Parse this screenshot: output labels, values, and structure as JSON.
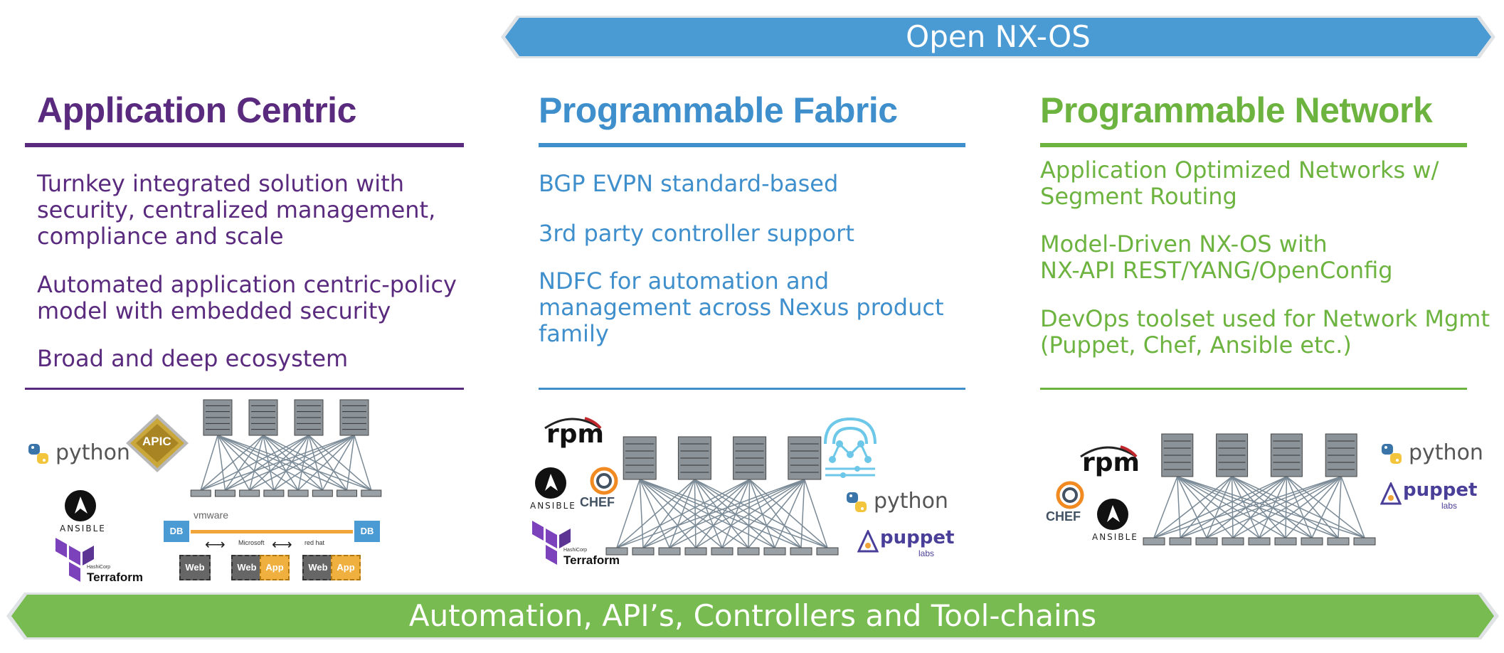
{
  "banners": {
    "top": "Open NX-OS",
    "bottom": "Automation, API’s, Controllers and Tool-chains"
  },
  "columns": [
    {
      "title": "Application Centric",
      "color": "#5a2a7e",
      "bullets": [
        "Turnkey integrated solution with\nsecurity, centralized management,\ncompliance and scale",
        "Automated application centric-policy\nmodel with embedded security",
        "Broad and deep ecosystem"
      ]
    },
    {
      "title": "Programmable Fabric",
      "color": "#3f8fcc",
      "bullets": [
        "BGP EVPN standard-based",
        "3rd party controller support",
        "NDFC for automation and\nmanagement across Nexus product\nfamily"
      ]
    },
    {
      "title": "Programmable Network",
      "color": "#6db33f",
      "bullets": [
        "Application Optimized Networks w/\nSegment Routing",
        "Model-Driven NX-OS with\nNX-API REST/YANG/OpenConfig",
        "DevOps toolset used for Network Mgmt\n(Puppet, Chef, Ansible etc.)"
      ]
    }
  ],
  "logos": {
    "python": "python",
    "ansible": "ANSIBLE",
    "terraform": "Terraform",
    "hashicorp": "HashiCorp",
    "apic": "APIC",
    "rpm": "rpm",
    "chef": "CHEF",
    "puppet": "puppet",
    "puppet_labs": "labs",
    "vmware": "vmware",
    "microsoft": "Microsoft",
    "redhat": "red hat",
    "db": "DB",
    "web": "Web",
    "app": "App"
  },
  "colors": {
    "banner_blue": "#4a9ad4",
    "banner_green": "#78bb50",
    "purple": "#5a2a7e",
    "blue": "#3f8fcc",
    "green": "#6db33f"
  }
}
